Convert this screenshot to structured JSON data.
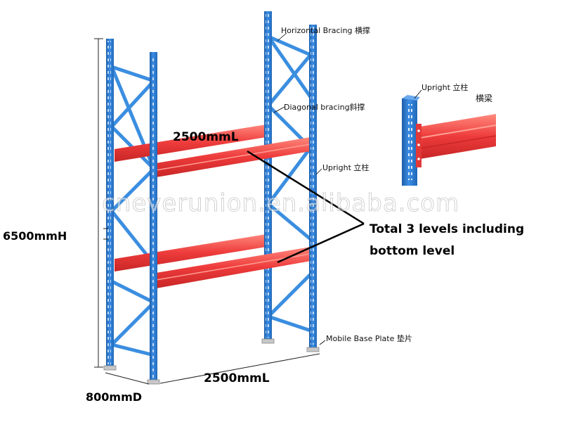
{
  "labels": {
    "horizontal_bracing": "Horizontal Bracing 横撑",
    "diagonal_bracing": "Diagonal bracing斜撑",
    "upright_inset": "Upright 立柱",
    "beam_inset": "横梁",
    "upright_main": "Upright 立柱",
    "beam_length_top": "2500mmL",
    "levels_line1": "Total 3 levels including",
    "levels_line2": "bottom level",
    "height": "6500mmH",
    "base_plate": "Mobile Base Plate 垫片",
    "width_bottom": "2500mmL",
    "depth": "800mmD"
  },
  "watermark": "cneverunion.en.alibaba.com",
  "colors": {
    "upright_blue": "#2f7fd6",
    "upright_dark": "#1d5ea8",
    "beam_red": "#ee3b3b",
    "beam_light": "#ff7a6e",
    "brace_blue": "#3b8ee0"
  }
}
